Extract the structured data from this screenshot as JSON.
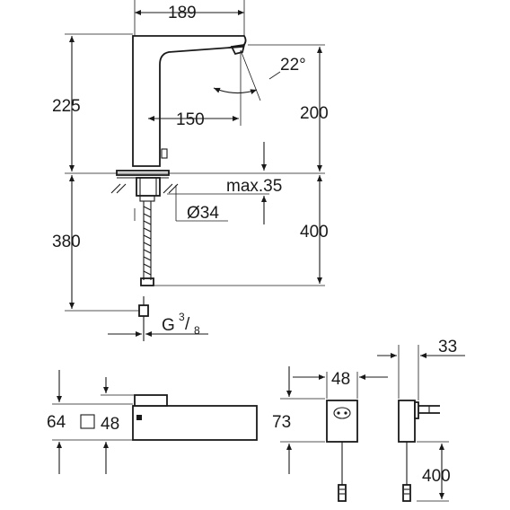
{
  "labels": {
    "top_width": "189",
    "angle": "22°",
    "height_upper": "225",
    "spout_reach": "150",
    "spout_height": "200",
    "max_thickness": "max.35",
    "hole_diameter": "Ø34",
    "hose_length": "380",
    "below_length": "400",
    "thread_G": "G",
    "thread_num": "3",
    "thread_sep": "/",
    "thread_den": "8",
    "foot_height": "64",
    "foot_width": "48",
    "psu_width": "48",
    "psu_height": "73",
    "psu_depth": "33",
    "psu_cable": "400"
  },
  "colors": {
    "line": "#1a1a1a",
    "background": "#ffffff"
  }
}
